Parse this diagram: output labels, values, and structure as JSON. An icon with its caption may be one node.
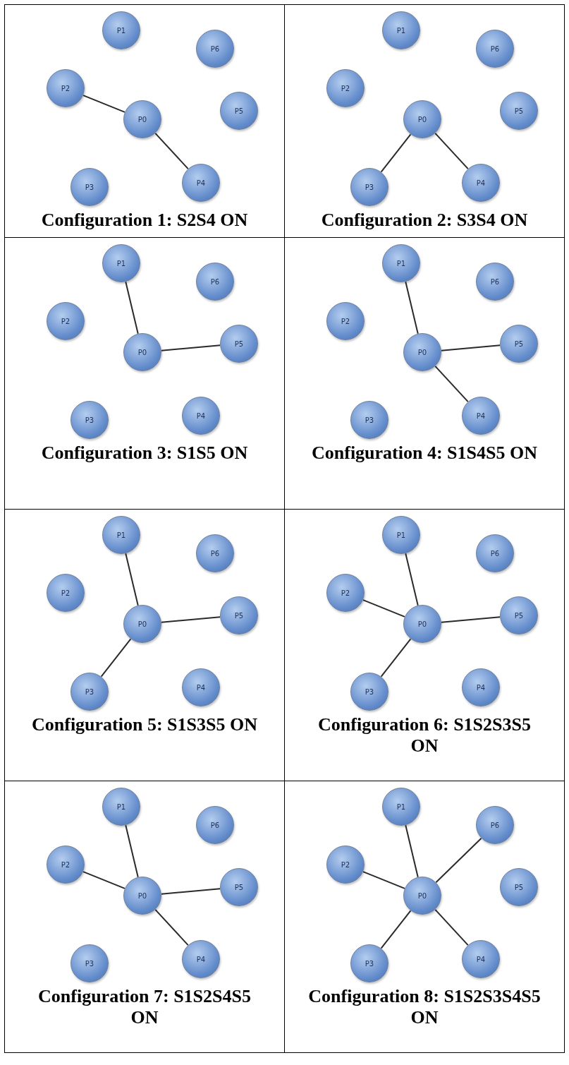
{
  "diagram": {
    "nodes": [
      {
        "text": [
          "Configuration 1: S2S4 ON"
        ]
      },
      {
        "text": [
          "P1"
        ],
        "in": 0
      },
      {
        "text": [
          "P6"
        ],
        "in": 0
      },
      {
        "text": [
          "P2"
        ],
        "in": 0
      },
      {
        "text": [
          "P0"
        ],
        "in": 0
      },
      {
        "text": [
          "P5"
        ],
        "in": 0
      },
      {
        "text": [
          "P3"
        ],
        "in": 0
      },
      {
        "text": [
          "P4"
        ],
        "in": 0
      },
      {
        "text": [
          "Configuration 2: S3S4 ON"
        ]
      },
      {
        "text": [
          "P1"
        ],
        "in": 8
      },
      {
        "text": [
          "P6"
        ],
        "in": 8
      },
      {
        "text": [
          "P2"
        ],
        "in": 8
      },
      {
        "text": [
          "P0"
        ],
        "in": 8
      },
      {
        "text": [
          "P5"
        ],
        "in": 8
      },
      {
        "text": [
          "P3"
        ],
        "in": 8
      },
      {
        "text": [
          "P4"
        ],
        "in": 8
      },
      {
        "text": [
          "Configuration 3: S1S5 ON"
        ]
      },
      {
        "text": [
          "P1"
        ],
        "in": 16
      },
      {
        "text": [
          "P6"
        ],
        "in": 16
      },
      {
        "text": [
          "P2"
        ],
        "in": 16
      },
      {
        "text": [
          "P0"
        ],
        "in": 16
      },
      {
        "text": [
          "P5"
        ],
        "in": 16
      },
      {
        "text": [
          "P3"
        ],
        "in": 16
      },
      {
        "text": [
          "P4"
        ],
        "in": 16
      },
      {
        "text": [
          "Configuration 4: S1S4S5 ON"
        ]
      },
      {
        "text": [
          "P1"
        ],
        "in": 24
      },
      {
        "text": [
          "P6"
        ],
        "in": 24
      },
      {
        "text": [
          "P2"
        ],
        "in": 24
      },
      {
        "text": [
          "P0"
        ],
        "in": 24
      },
      {
        "text": [
          "P5"
        ],
        "in": 24
      },
      {
        "text": [
          "P3"
        ],
        "in": 24
      },
      {
        "text": [
          "P4"
        ],
        "in": 24
      },
      {
        "text": [
          "Configuration 5: S1S3S5 ON"
        ]
      },
      {
        "text": [
          "P1"
        ],
        "in": 32
      },
      {
        "text": [
          "P6"
        ],
        "in": 32
      },
      {
        "text": [
          "P2"
        ],
        "in": 32
      },
      {
        "text": [
          "P0"
        ],
        "in": 32
      },
      {
        "text": [
          "P5"
        ],
        "in": 32
      },
      {
        "text": [
          "P3"
        ],
        "in": 32
      },
      {
        "text": [
          "P4"
        ],
        "in": 32
      },
      {
        "text": [
          "Configuration 6: S1S2S3S5 ON"
        ]
      },
      {
        "text": [
          "P1"
        ],
        "in": 40
      },
      {
        "text": [
          "P6"
        ],
        "in": 40
      },
      {
        "text": [
          "P2"
        ],
        "in": 40
      },
      {
        "text": [
          "P0"
        ],
        "in": 40
      },
      {
        "text": [
          "P5"
        ],
        "in": 40
      },
      {
        "text": [
          "P3"
        ],
        "in": 40
      },
      {
        "text": [
          "P4"
        ],
        "in": 40
      },
      {
        "text": [
          "Configuration 7: S1S2S4S5 ON"
        ]
      },
      {
        "text": [
          "P1"
        ],
        "in": 48
      },
      {
        "text": [
          "P6"
        ],
        "in": 48
      },
      {
        "text": [
          "P2"
        ],
        "in": 48
      },
      {
        "text": [
          "P0"
        ],
        "in": 48
      },
      {
        "text": [
          "P5"
        ],
        "in": 48
      },
      {
        "text": [
          "P3"
        ],
        "in": 48
      },
      {
        "text": [
          "P4"
        ],
        "in": 48
      },
      {
        "text": [
          "Configuration 8: S1S2S3S4S5 ON"
        ]
      },
      {
        "text": [
          "P1"
        ],
        "in": 56
      },
      {
        "text": [
          "P6"
        ],
        "in": 56
      },
      {
        "text": [
          "P2"
        ],
        "in": 56
      },
      {
        "text": [
          "P0"
        ],
        "in": 56
      },
      {
        "text": [
          "P5"
        ],
        "in": 56
      },
      {
        "text": [
          "P3"
        ],
        "in": 56
      },
      {
        "text": [
          "P4"
        ],
        "in": 56
      }
    ],
    "edges": [
      {
        "from": 3,
        "to": 4,
        "arrow": "none"
      },
      {
        "from": 4,
        "to": 7,
        "arrow": "none"
      },
      {
        "from": 12,
        "to": 14,
        "arrow": "none"
      },
      {
        "from": 12,
        "to": 15,
        "arrow": "none"
      },
      {
        "from": 17,
        "to": 20,
        "arrow": "none"
      },
      {
        "from": 20,
        "to": 21,
        "arrow": "none"
      },
      {
        "from": 25,
        "to": 28,
        "arrow": "none"
      },
      {
        "from": 28,
        "to": 29,
        "arrow": "none"
      },
      {
        "from": 28,
        "to": 31,
        "arrow": "none"
      },
      {
        "from": 33,
        "to": 36,
        "arrow": "none"
      },
      {
        "from": 36,
        "to": 37,
        "arrow": "none"
      },
      {
        "from": 36,
        "to": 38,
        "arrow": "none"
      },
      {
        "from": 41,
        "to": 44,
        "arrow": "none"
      },
      {
        "from": 43,
        "to": 44,
        "arrow": "none"
      },
      {
        "from": 44,
        "to": 45,
        "arrow": "none"
      },
      {
        "from": 44,
        "to": 46,
        "arrow": "none"
      },
      {
        "from": 49,
        "to": 52,
        "arrow": "none"
      },
      {
        "from": 51,
        "to": 52,
        "arrow": "none"
      },
      {
        "from": 52,
        "to": 53,
        "arrow": "none"
      },
      {
        "from": 52,
        "to": 55,
        "arrow": "none"
      },
      {
        "from": 57,
        "to": 60,
        "arrow": "none"
      },
      {
        "from": 60,
        "to": 58,
        "arrow": "none"
      },
      {
        "from": 59,
        "to": 60,
        "arrow": "none"
      },
      {
        "from": 60,
        "to": 62,
        "arrow": "none"
      },
      {
        "from": 60,
        "to": 63,
        "arrow": "none"
      }
    ]
  }
}
